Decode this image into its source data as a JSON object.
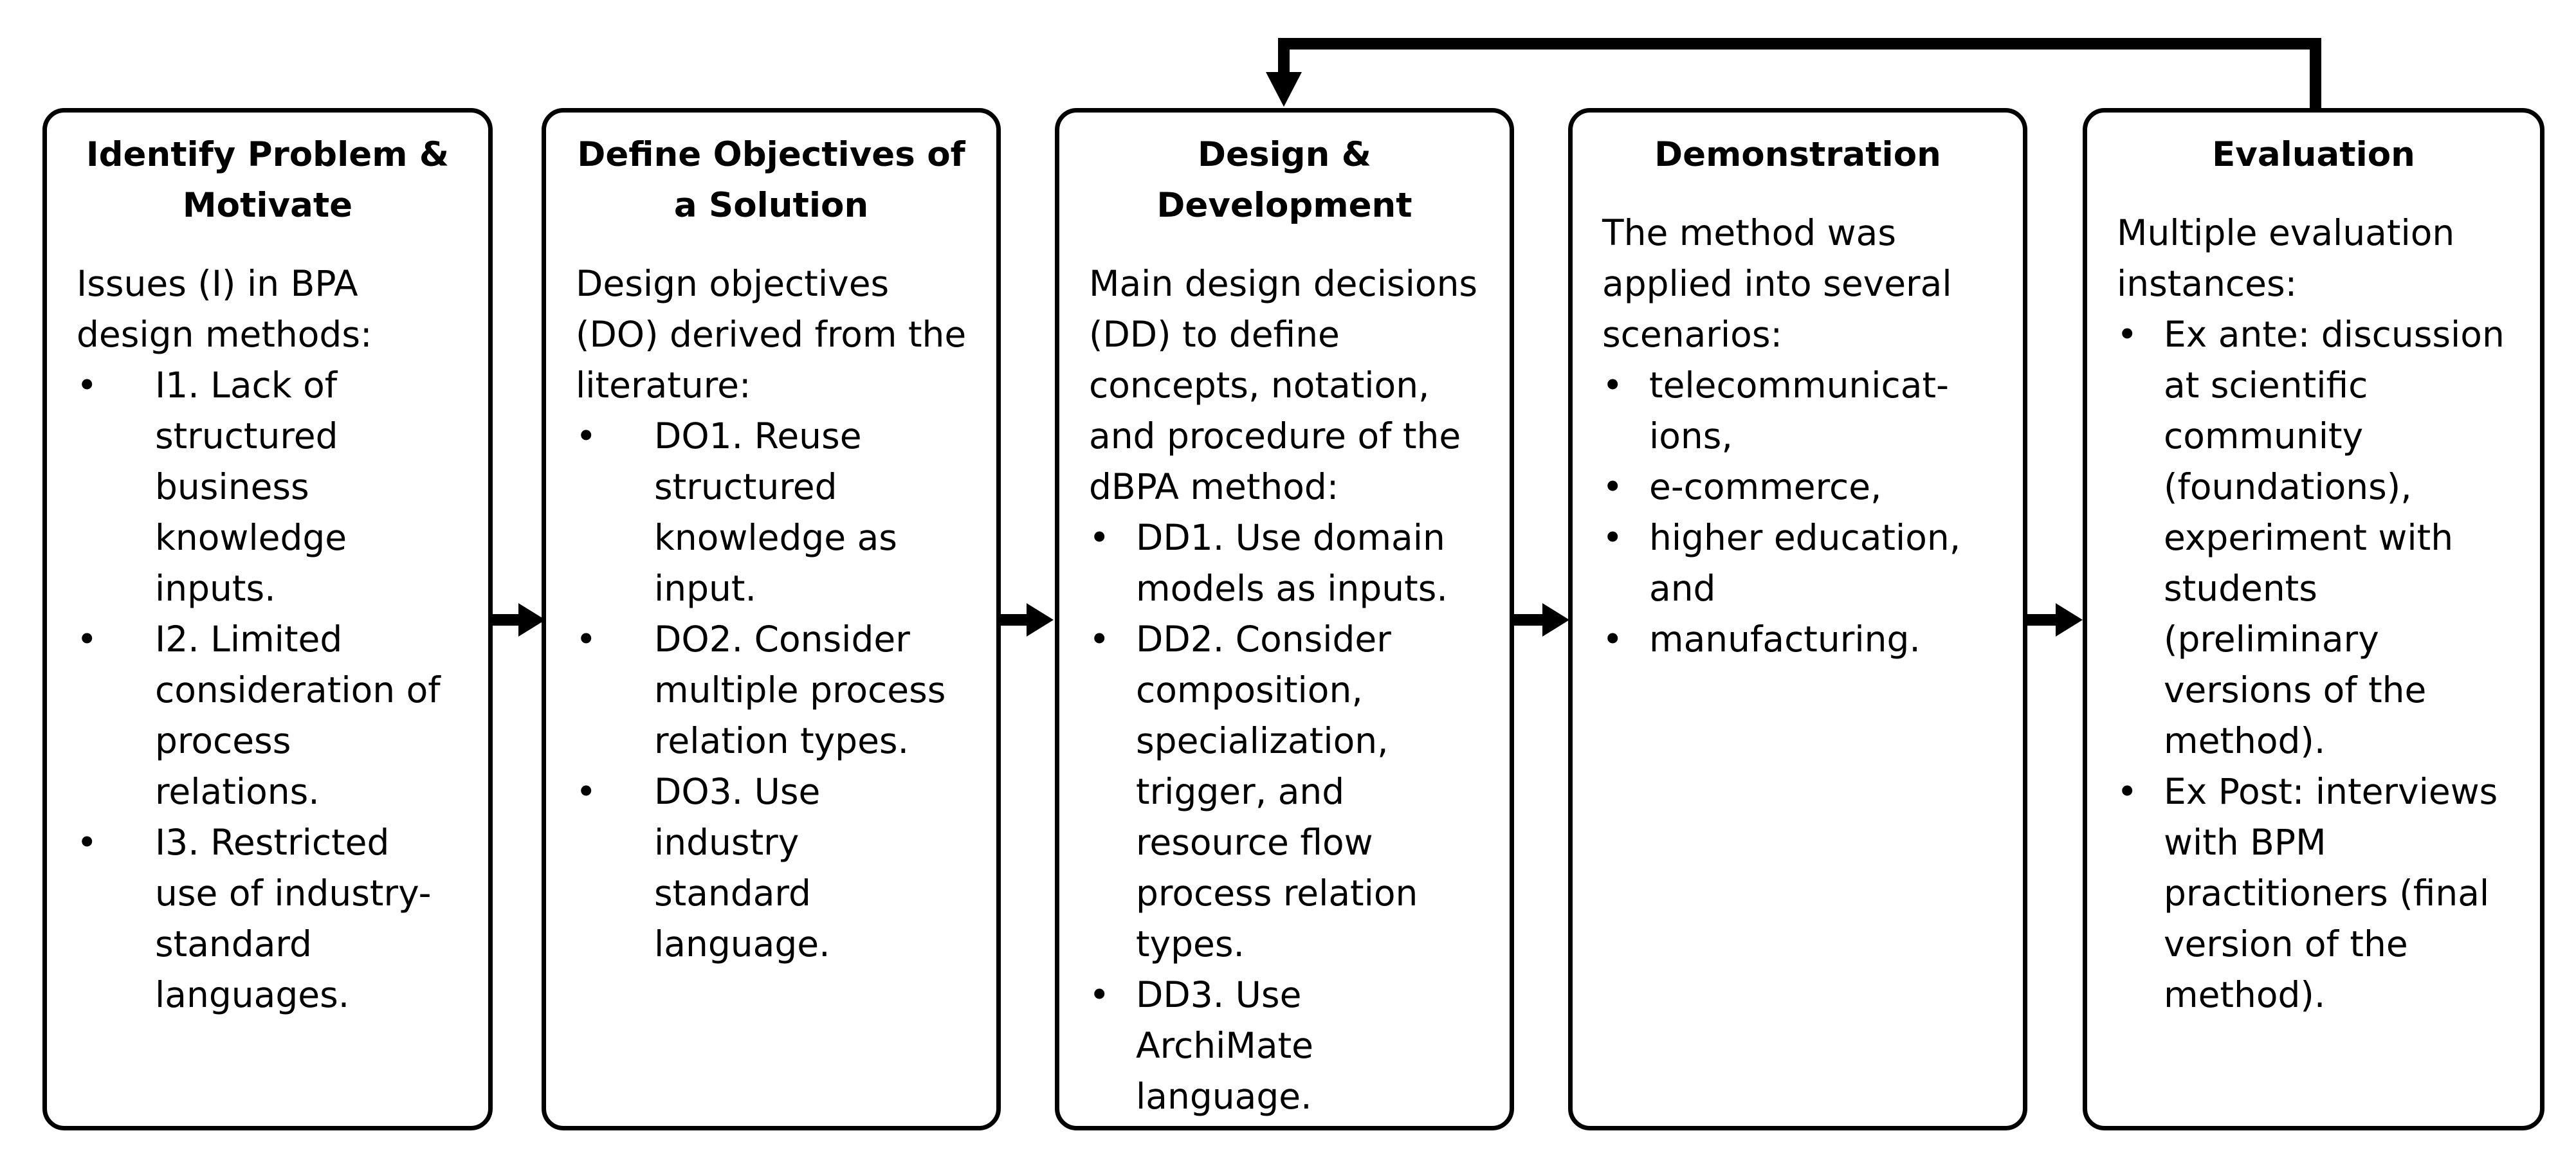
{
  "stages": [
    {
      "title": "Identify Problem & Motivate",
      "intro": "Issues (I) in BPA design methods:",
      "items": [
        "I1. Lack of structured business knowledge inputs.",
        "I2. Limited consideration of process relations.",
        "I3. Restricted use of industry-standard languages."
      ]
    },
    {
      "title": "Define Objectives of a Solution",
      "intro": "Design objectives (DO) derived from the literature:",
      "items": [
        "DO1. Reuse structured knowledge as input.",
        "DO2. Consider multiple process relation types.",
        "DO3. Use industry standard language."
      ]
    },
    {
      "title": "Design & Development",
      "intro": "Main design decisions (DD) to define concepts, notation, and procedure of the dBPA method:",
      "items": [
        "DD1. Use domain models as inputs.",
        "DD2. Consider composition, specialization, trigger, and resource flow process relation types.",
        "DD3. Use ArchiMate language."
      ]
    },
    {
      "title": "Demonstration",
      "intro": "The method was applied into several scenarios:",
      "items": [
        "telecommunicat-ions,",
        "e-commerce,",
        "higher education, and",
        "manufacturing."
      ]
    },
    {
      "title": "Evaluation",
      "intro": "Multiple evaluation instances:",
      "items": [
        "Ex ante: discussion at scientific community (foundations), experiment with students (preliminary versions of the method).",
        "Ex Post: interviews with BPM practitioners (final version of the method)."
      ]
    }
  ]
}
